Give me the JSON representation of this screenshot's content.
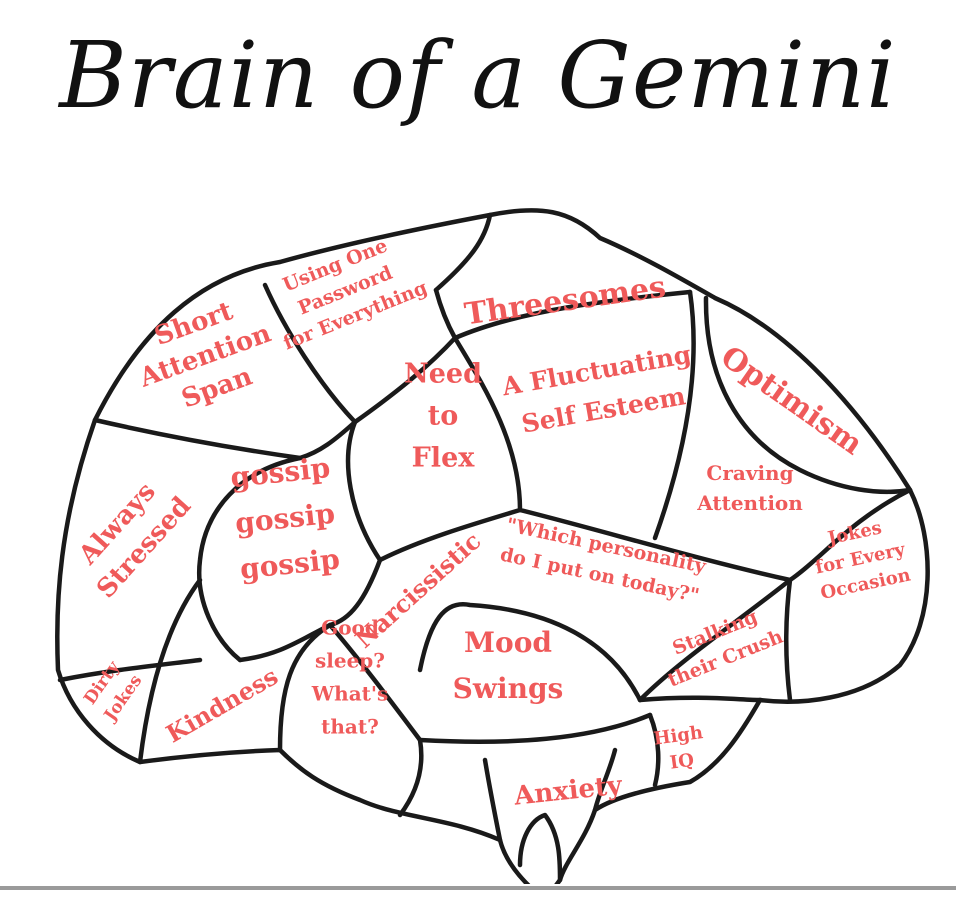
{
  "title": "Brain of a Gemini",
  "colors": {
    "outline": "#1a1a1a",
    "label": "#ef5a5a",
    "background": "#ffffff"
  },
  "regions": [
    {
      "id": "short-attention-span",
      "lines": [
        "Short",
        "Attention",
        "Span"
      ]
    },
    {
      "id": "one-password",
      "lines": [
        "Using One",
        "Password",
        "for Everything"
      ]
    },
    {
      "id": "threesomes",
      "lines": [
        "Threesomes"
      ]
    },
    {
      "id": "need-to-flex",
      "lines": [
        "Need",
        "to",
        "Flex"
      ]
    },
    {
      "id": "fluctuating-self-esteem",
      "lines": [
        "A Fluctuating",
        "Self Esteem"
      ]
    },
    {
      "id": "optimism",
      "lines": [
        "Optimism"
      ]
    },
    {
      "id": "craving-attention",
      "lines": [
        "Craving",
        "Attention"
      ]
    },
    {
      "id": "always-stressed",
      "lines": [
        "Always",
        "Stressed"
      ]
    },
    {
      "id": "gossip",
      "lines": [
        "gossip",
        "gossip",
        "gossip"
      ]
    },
    {
      "id": "narcissistic",
      "lines": [
        "Narcissistic"
      ]
    },
    {
      "id": "which-personality",
      "lines": [
        "\"Which personality",
        "do I put on today?\""
      ]
    },
    {
      "id": "jokes-every-occasion",
      "lines": [
        "Jokes",
        "for Every",
        "Occasion"
      ]
    },
    {
      "id": "dirty-jokes",
      "lines": [
        "Dirty",
        "Jokes"
      ]
    },
    {
      "id": "kindness",
      "lines": [
        "Kindness"
      ]
    },
    {
      "id": "good-sleep",
      "lines": [
        "Good",
        "sleep?",
        "What's",
        "that?"
      ]
    },
    {
      "id": "mood-swings",
      "lines": [
        "Mood",
        "Swings"
      ]
    },
    {
      "id": "stalking-crush",
      "lines": [
        "Stalking",
        "their Crush"
      ]
    },
    {
      "id": "high-iq",
      "lines": [
        "High",
        "IQ"
      ]
    },
    {
      "id": "anxiety",
      "lines": [
        "Anxiety"
      ]
    }
  ]
}
